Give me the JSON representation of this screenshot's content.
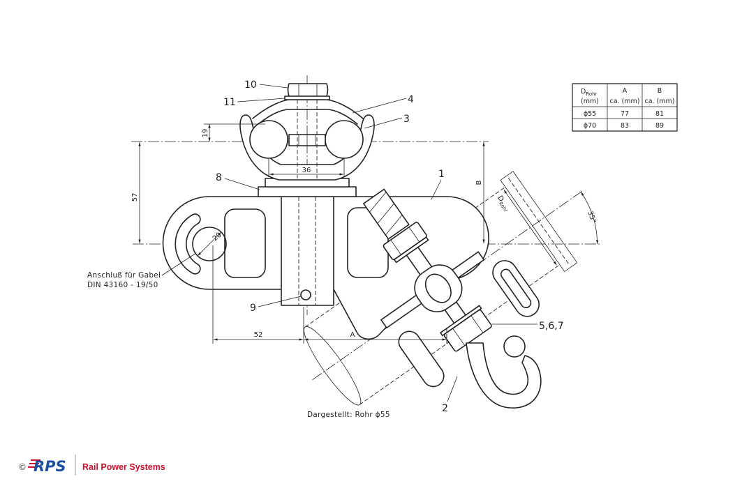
{
  "drawing": {
    "part_labels": {
      "p10": "10",
      "p11": "11",
      "p4": "4",
      "p3": "3",
      "p8": "8",
      "p1": "1",
      "p9": "9",
      "p2": "2",
      "p567": "5,6,7"
    },
    "dimensions": {
      "d19": "19",
      "d36": "36",
      "d57": "57",
      "d20": "20",
      "d52": "52",
      "dA": "A",
      "dB": "B",
      "d_rohr_main": "D",
      "d_rohr_sub": "Rohr",
      "angle": "35°"
    },
    "connection_note": {
      "line1": "Anschluß für Gabel",
      "line2": "DIN 43160 - 19/50"
    },
    "shown_note": "Dargestellt: Rohr ϕ55"
  },
  "table": {
    "headers": [
      {
        "main": "D",
        "sub": "Rohr",
        "unit": "(mm)"
      },
      {
        "main": "A",
        "unit": "ca. (mm)"
      },
      {
        "main": "B",
        "unit": "ca. (mm)"
      }
    ],
    "rows": [
      [
        "ϕ55",
        "77",
        "81"
      ],
      [
        "ϕ70",
        "83",
        "89"
      ]
    ]
  },
  "footer": {
    "copyright": "©",
    "logo": "RPS",
    "company": "Rail Power Systems"
  },
  "colors": {
    "line": "#222222",
    "logo_blue": "#1d4f9c",
    "brand_red": "#c8102e"
  }
}
